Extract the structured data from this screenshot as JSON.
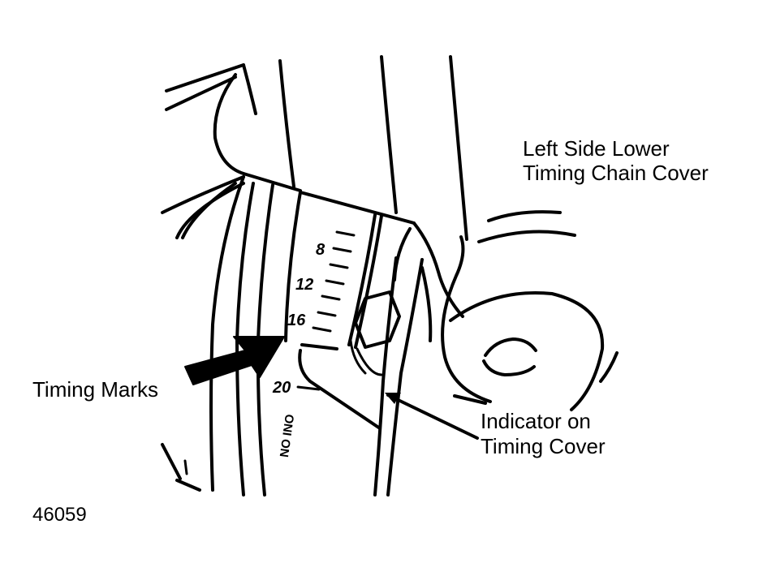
{
  "labels": {
    "cover_line1": "Left Side Lower",
    "cover_line2": "Timing Chain Cover",
    "timing_marks": "Timing Marks",
    "indicator_line1": "Indicator on",
    "indicator_line2": "Timing Cover",
    "figure_number": "46059"
  },
  "scale": {
    "marks": [
      "8",
      "12",
      "16",
      "20"
    ],
    "inverted_text": "ONI ON"
  }
}
